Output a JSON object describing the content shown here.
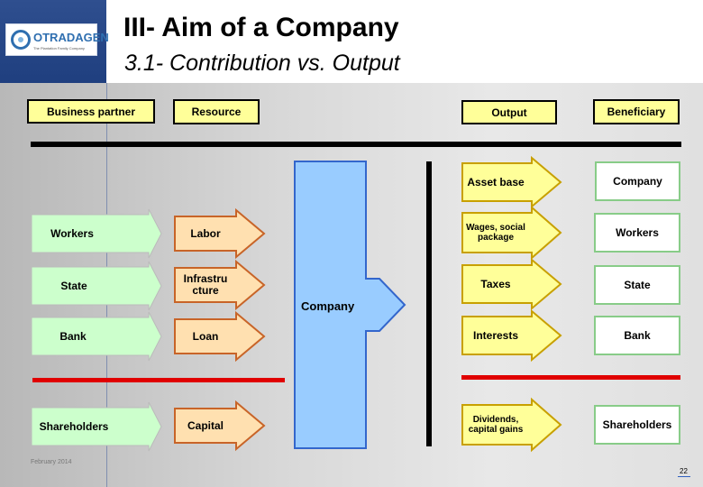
{
  "slide": {
    "title": "III- Aim of a Company",
    "subtitle": "3.1- Contribution vs. Output",
    "logo_text": "OTRADAGEN",
    "logo_tagline": "The Plantation Family Company",
    "date": "February 2014",
    "page_number": "22"
  },
  "diagram": {
    "headers": {
      "business_partner": "Business partner",
      "resource": "Resource",
      "output": "Output",
      "beneficiary": "Beneficiary"
    },
    "center_label": "Company",
    "partners": [
      "Workers",
      "State",
      "Bank",
      "Shareholders"
    ],
    "resources": [
      "Labor",
      "Infrastru cture",
      "Loan",
      "Capital"
    ],
    "outputs": [
      "Asset base",
      "Wages, social package",
      "Taxes",
      "Interests",
      "Dividends, capital gains"
    ],
    "beneficiaries": [
      "Company",
      "Workers",
      "State",
      "Bank",
      "Shareholders"
    ],
    "colors": {
      "partner_fill": "#ccffcc",
      "resource_fill": "#ffe0b0",
      "resource_border": "#c86428",
      "output_fill": "#ffff99",
      "company_fill": "#99ccff",
      "company_border": "#3366cc",
      "separator": "#e00000"
    }
  }
}
